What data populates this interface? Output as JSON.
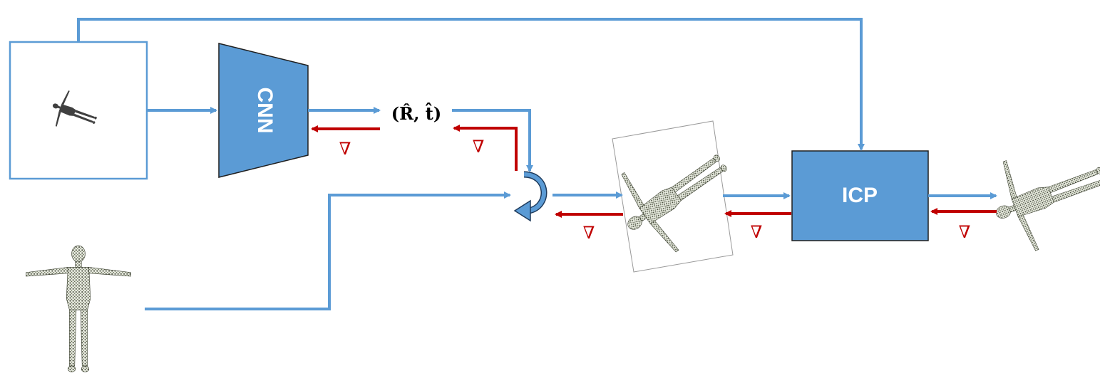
{
  "colors": {
    "blue_flow": "#5b9bd5",
    "box_fill": "#5b9bd5",
    "box_stroke": "#000000",
    "red_grad": "#c00000",
    "figure": "#3b4030",
    "figure_silhouette": "#404040"
  },
  "nodes": {
    "cnn_label": "CNN",
    "icp_label": "ICP",
    "pose_label": "(R̂, t̂)"
  },
  "gradient_symbol": "∇",
  "icons": {
    "input_image": "human-silhouette-image",
    "template_mesh": "t-pose-human-mesh",
    "transform": "rotation-arrow-icon",
    "transformed_mesh": "rotated-human-mesh",
    "output_mesh": "aligned-human-mesh"
  }
}
